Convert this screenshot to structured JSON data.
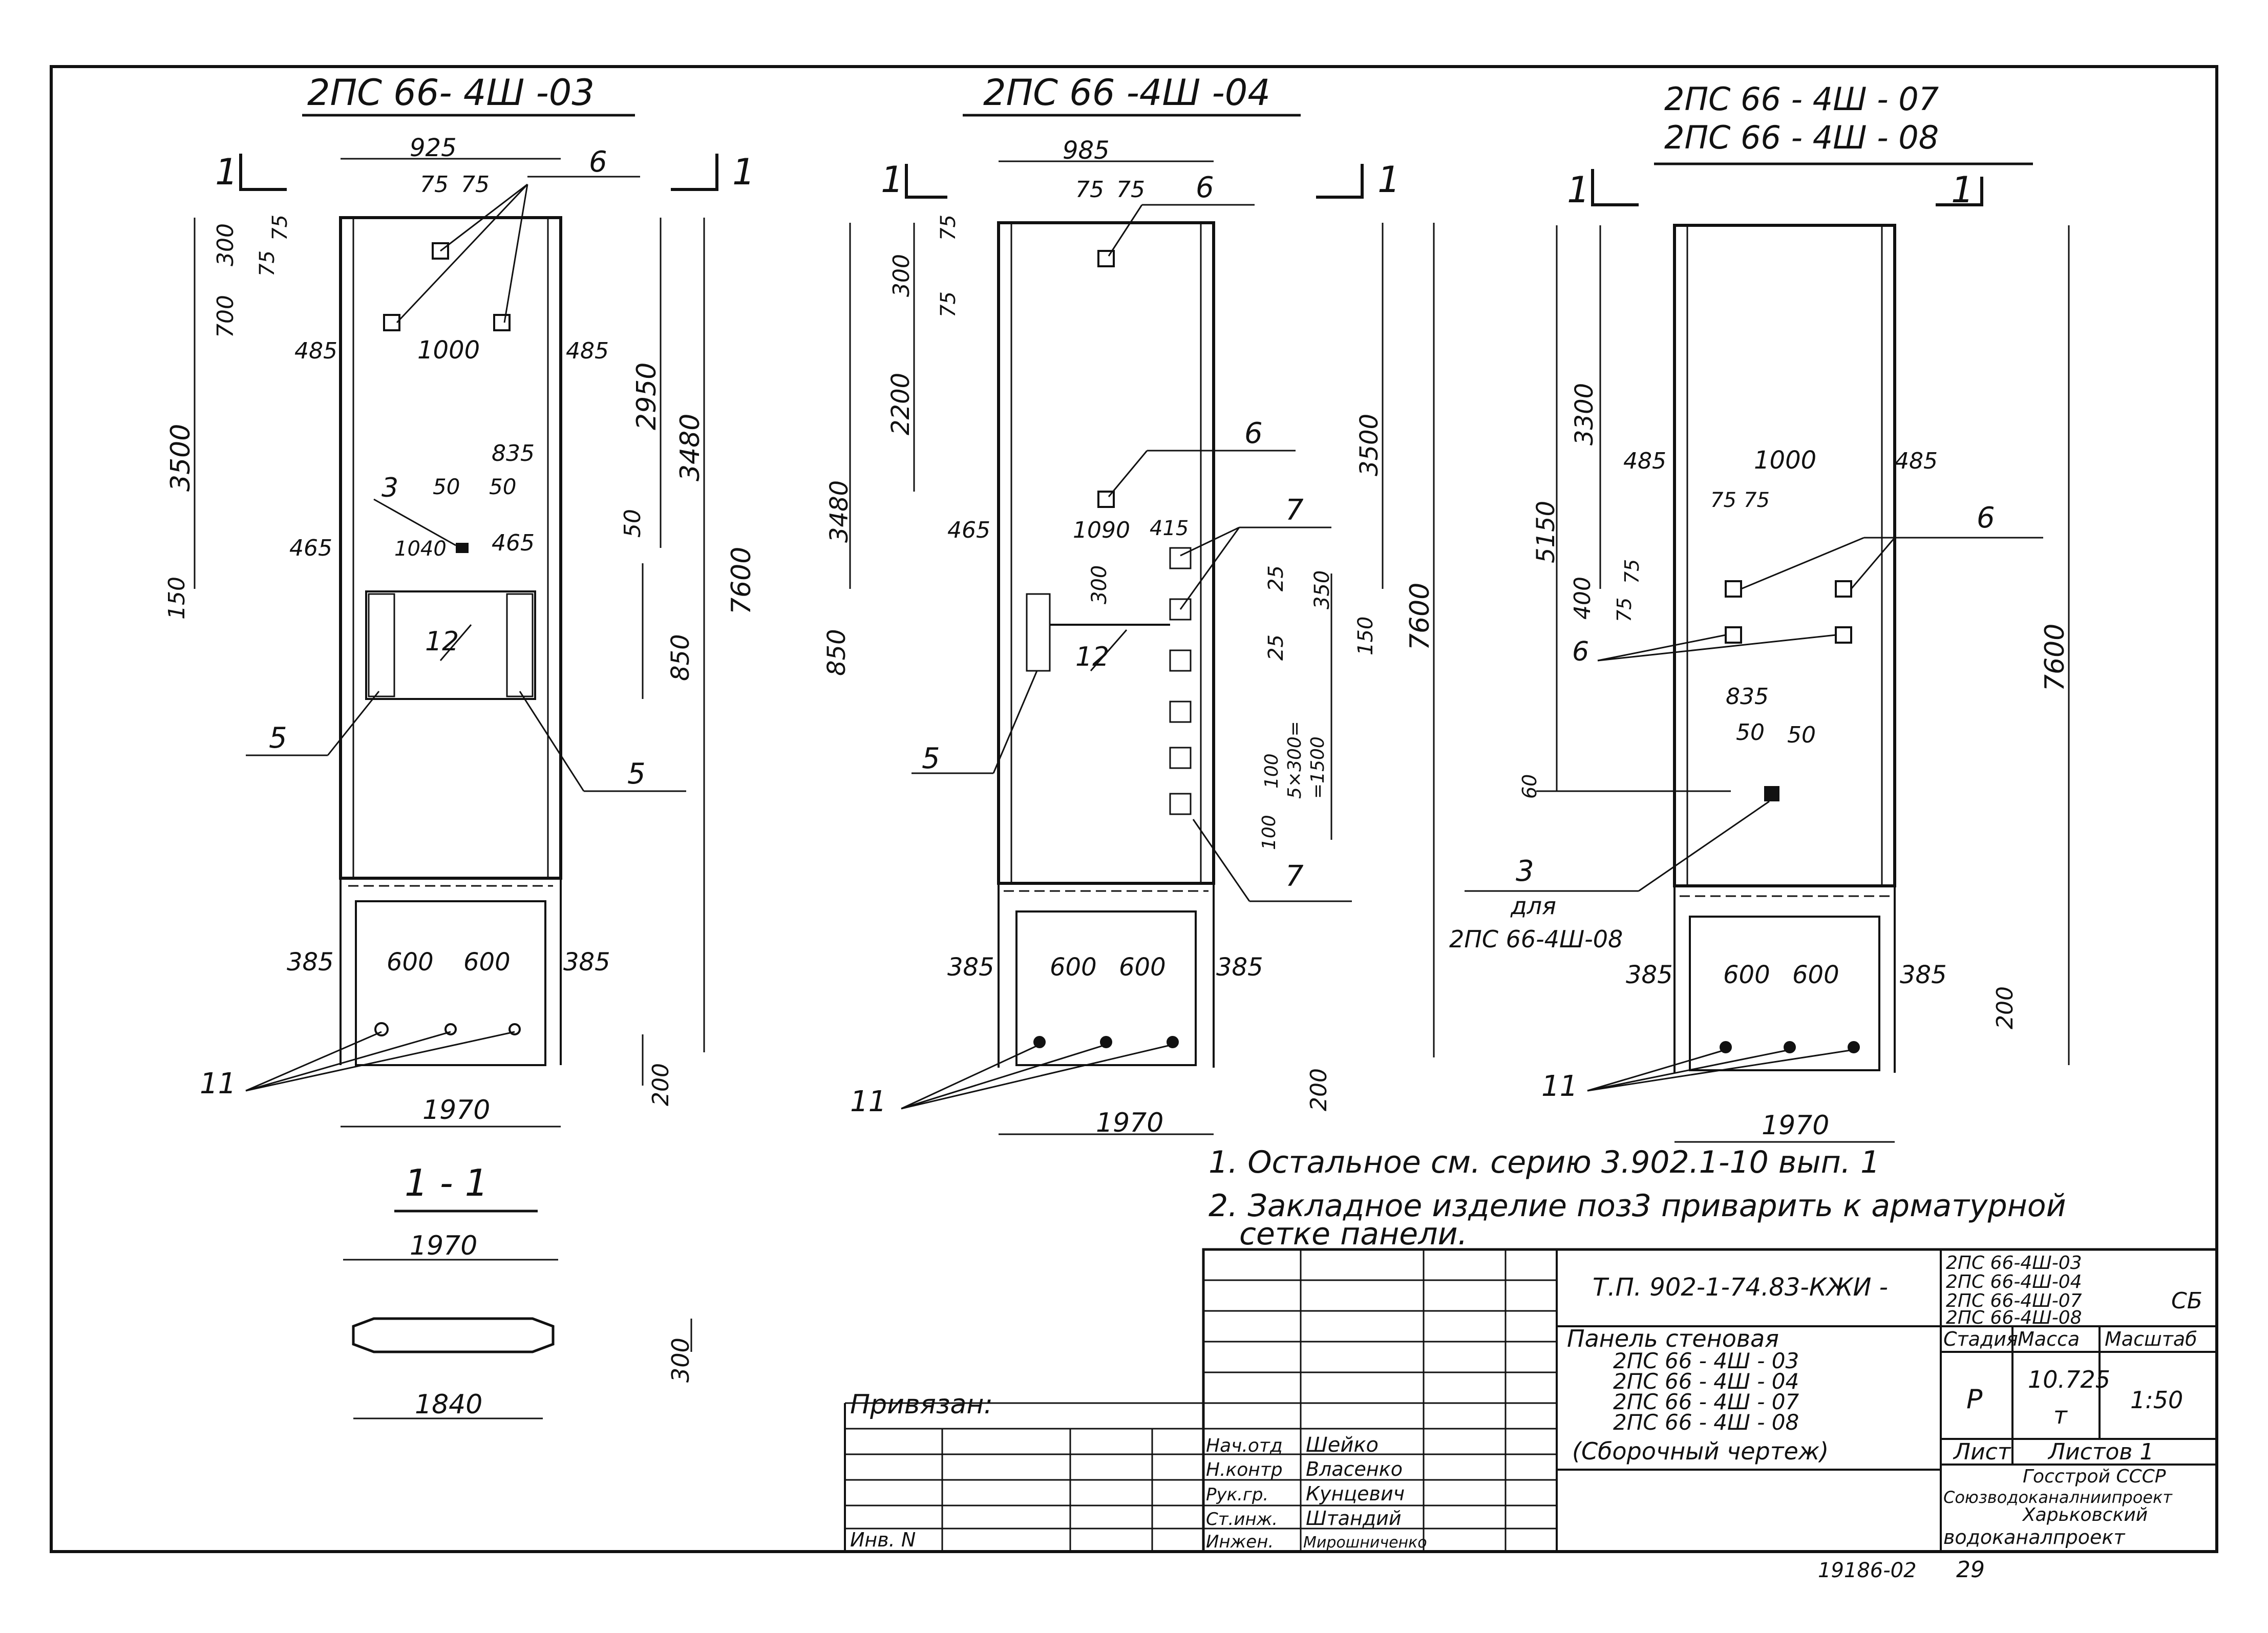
{
  "views": [
    {
      "title": "2ПС 66- 4Ш -03",
      "section_marks": [
        "1",
        "1"
      ],
      "dims": {
        "top_width": "925",
        "a": "75",
        "b": "75",
        "c": "300",
        "d": "700",
        "e": "75",
        "f": "75",
        "left_off": "485",
        "mid_span": "1000",
        "right_off": "485",
        "h1": "3500",
        "h2": "2950",
        "h3": "3480",
        "total": "7600",
        "w835": "835",
        "w50a": "50",
        "w50b": "50",
        "w1040": "1040",
        "l465": "465",
        "r465": "465",
        "v50": "50",
        "v150": "150",
        "v850": "850",
        "b385l": "385",
        "b600a": "600",
        "b600b": "600",
        "b385r": "385",
        "v200": "200",
        "bottom": "1970"
      },
      "callouts": [
        "6",
        "3",
        "12",
        "5",
        "5",
        "11"
      ]
    },
    {
      "title": "2ПС 66 -4Ш -04",
      "section_marks": [
        "1",
        "1"
      ],
      "dims": {
        "top_width": "985",
        "a": "75",
        "b": "75",
        "c": "300",
        "d": "75",
        "e": "75",
        "h2200": "2200",
        "h3480": "3480",
        "h3500": "3500",
        "total": "7600",
        "l465": "465",
        "w1090": "1090",
        "w415": "415",
        "v300": "300",
        "v25a": "25",
        "v350": "350",
        "v25b": "25",
        "v150": "150",
        "v850": "850",
        "v100a": "100",
        "v5x300": "5×300=",
        "v1500": "=1500",
        "v100b": "100",
        "b385l": "385",
        "b600a": "600",
        "b600b": "600",
        "b385r": "385",
        "v200": "200",
        "bottom": "1970"
      },
      "callouts": [
        "6",
        "6",
        "7",
        "12",
        "5",
        "7",
        "11"
      ]
    },
    {
      "title_line1": "2ПС 66 - 4Ш - 07",
      "title_line2": "2ПС 66 - 4Ш - 08",
      "section_marks": [
        "1",
        "1"
      ],
      "dims": {
        "h3300": "3300",
        "h5150": "5150",
        "total": "7600",
        "l485": "485",
        "w1000": "1000",
        "r485": "485",
        "w75a": "75",
        "w75b": "75",
        "v75": "75",
        "v400": "400",
        "v75b": "75",
        "w835": "835",
        "w50a": "50",
        "w50b": "50",
        "v60": "60",
        "b385l": "385",
        "b600a": "600",
        "b600b": "600",
        "b385r": "385",
        "v200": "200",
        "bottom": "1970"
      },
      "callouts": [
        "6",
        "6",
        "3",
        "11"
      ],
      "note3_line1": "для",
      "note3_line2": "2ПС 66-4Ш-08"
    }
  ],
  "section": {
    "title": "1 - 1",
    "top_dim": "1970",
    "bottom_dim": "1840",
    "side_dim": "300"
  },
  "notes": [
    "1. Остальное   см.  серию 3.902.1-10  вып. 1",
    "2. Закладное  изделие  поз3  приварить к арматурной",
    "сетке  панели."
  ],
  "title_block": {
    "doc_code": "Т.П. 902-1-74.83-КЖИ -",
    "marks": [
      "2ПС 66-4Ш-03",
      "2ПС 66-4Ш-04",
      "2ПС 66-4Ш-07",
      "2ПС 66-4Ш-08"
    ],
    "sb": "СБ",
    "name_lines": [
      "Панель стеновая",
      "2ПС 66 - 4Ш - 03",
      "2ПС 66 - 4Ш - 04",
      "2ПС 66 - 4Ш - 07",
      "2ПС 66 - 4Ш - 08",
      "(Сборочный чертеж)"
    ],
    "stage_label": "Стадия",
    "mass_label": "Масса",
    "scale_label": "Масштаб",
    "stage": "Р",
    "mass": "10.725",
    "mass_unit": "т",
    "scale": "1:50",
    "sheet_label": "Лист",
    "sheets_label": "Листов 1",
    "org_lines": [
      "Госстрой СССР",
      "Союзводоканалниипроект",
      "Харьковский",
      "водоканалпроект"
    ],
    "linked": "Привязан:",
    "inv": "Инв. N",
    "roles": [
      {
        "role": "Нач.отд",
        "name": "Шейко"
      },
      {
        "role": "Н.контр",
        "name": "Власенко"
      },
      {
        "role": "Рук.гр.",
        "name": "Кунцевич"
      },
      {
        "role": "Ст.инж.",
        "name": "Штандий"
      },
      {
        "role": "Инжен.",
        "name": "Мирошниченко"
      }
    ]
  },
  "footer": "19186-02",
  "page_no": "29"
}
